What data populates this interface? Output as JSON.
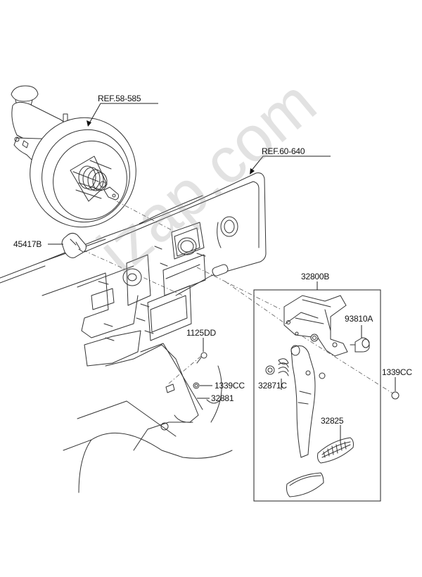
{
  "diagram": {
    "title": "Brake pedal and booster parts diagram",
    "watermark": "izap.com",
    "references": [
      {
        "id": "ref-58-585",
        "text": "REF.58-585"
      },
      {
        "id": "ref-60-640",
        "text": "REF.60-640"
      }
    ],
    "parts": [
      {
        "id": "45417B",
        "text": "45417B"
      },
      {
        "id": "32800B",
        "text": "32800B"
      },
      {
        "id": "93810A",
        "text": "93810A"
      },
      {
        "id": "1125DD",
        "text": "1125DD"
      },
      {
        "id": "1339CC-left",
        "text": "1339CC"
      },
      {
        "id": "1339CC-right",
        "text": "1339CC"
      },
      {
        "id": "32881",
        "text": "32881"
      },
      {
        "id": "32871C",
        "text": "32871C"
      },
      {
        "id": "32825",
        "text": "32825"
      }
    ]
  }
}
